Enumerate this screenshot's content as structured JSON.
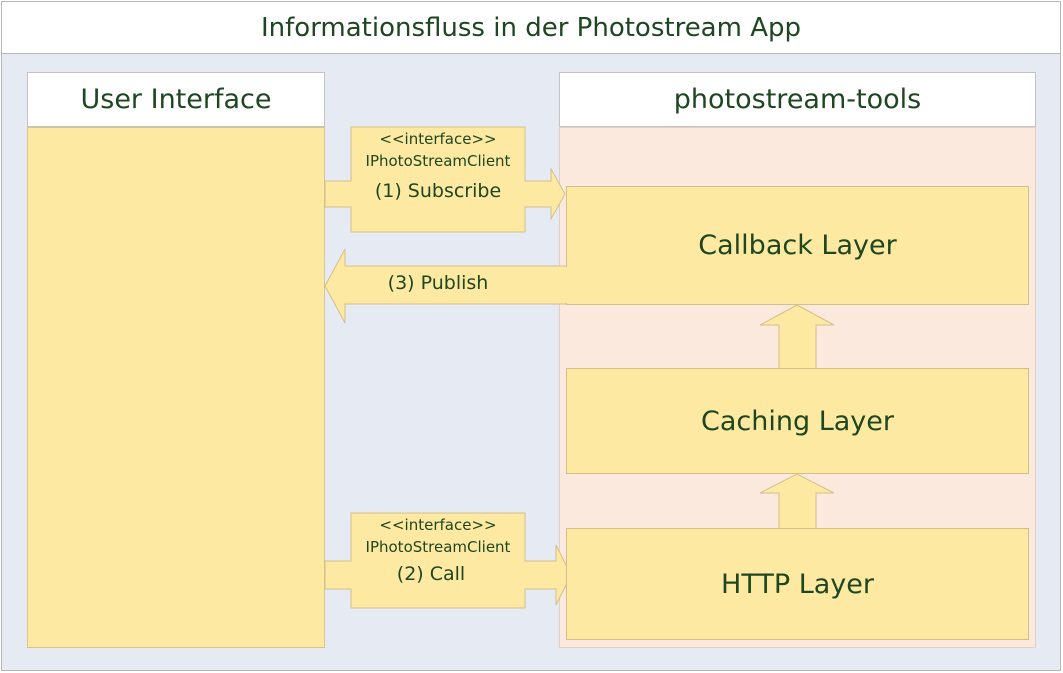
{
  "diagram": {
    "title": "Informationsfluss in der Photostream App",
    "left_column": {
      "header": "User Interface"
    },
    "right_column": {
      "header": "photostream-tools"
    },
    "layers": [
      {
        "label": "Callback Layer"
      },
      {
        "label": "Caching Layer"
      },
      {
        "label": "HTTP Layer"
      }
    ],
    "arrows": {
      "subscribe": {
        "stereotype": "<<interface>>",
        "interface": "IPhotoStreamClient",
        "label": "(1) Subscribe"
      },
      "call": {
        "stereotype": "<<interface>>",
        "interface": "IPhotoStreamClient",
        "label": "(2) Call"
      },
      "publish": {
        "label": "(3) Publish"
      }
    }
  },
  "colors": {
    "text": "#1e4620",
    "background": "#e6ebf3",
    "yellow": "#fde9a1",
    "peach": "#fce9dd"
  }
}
